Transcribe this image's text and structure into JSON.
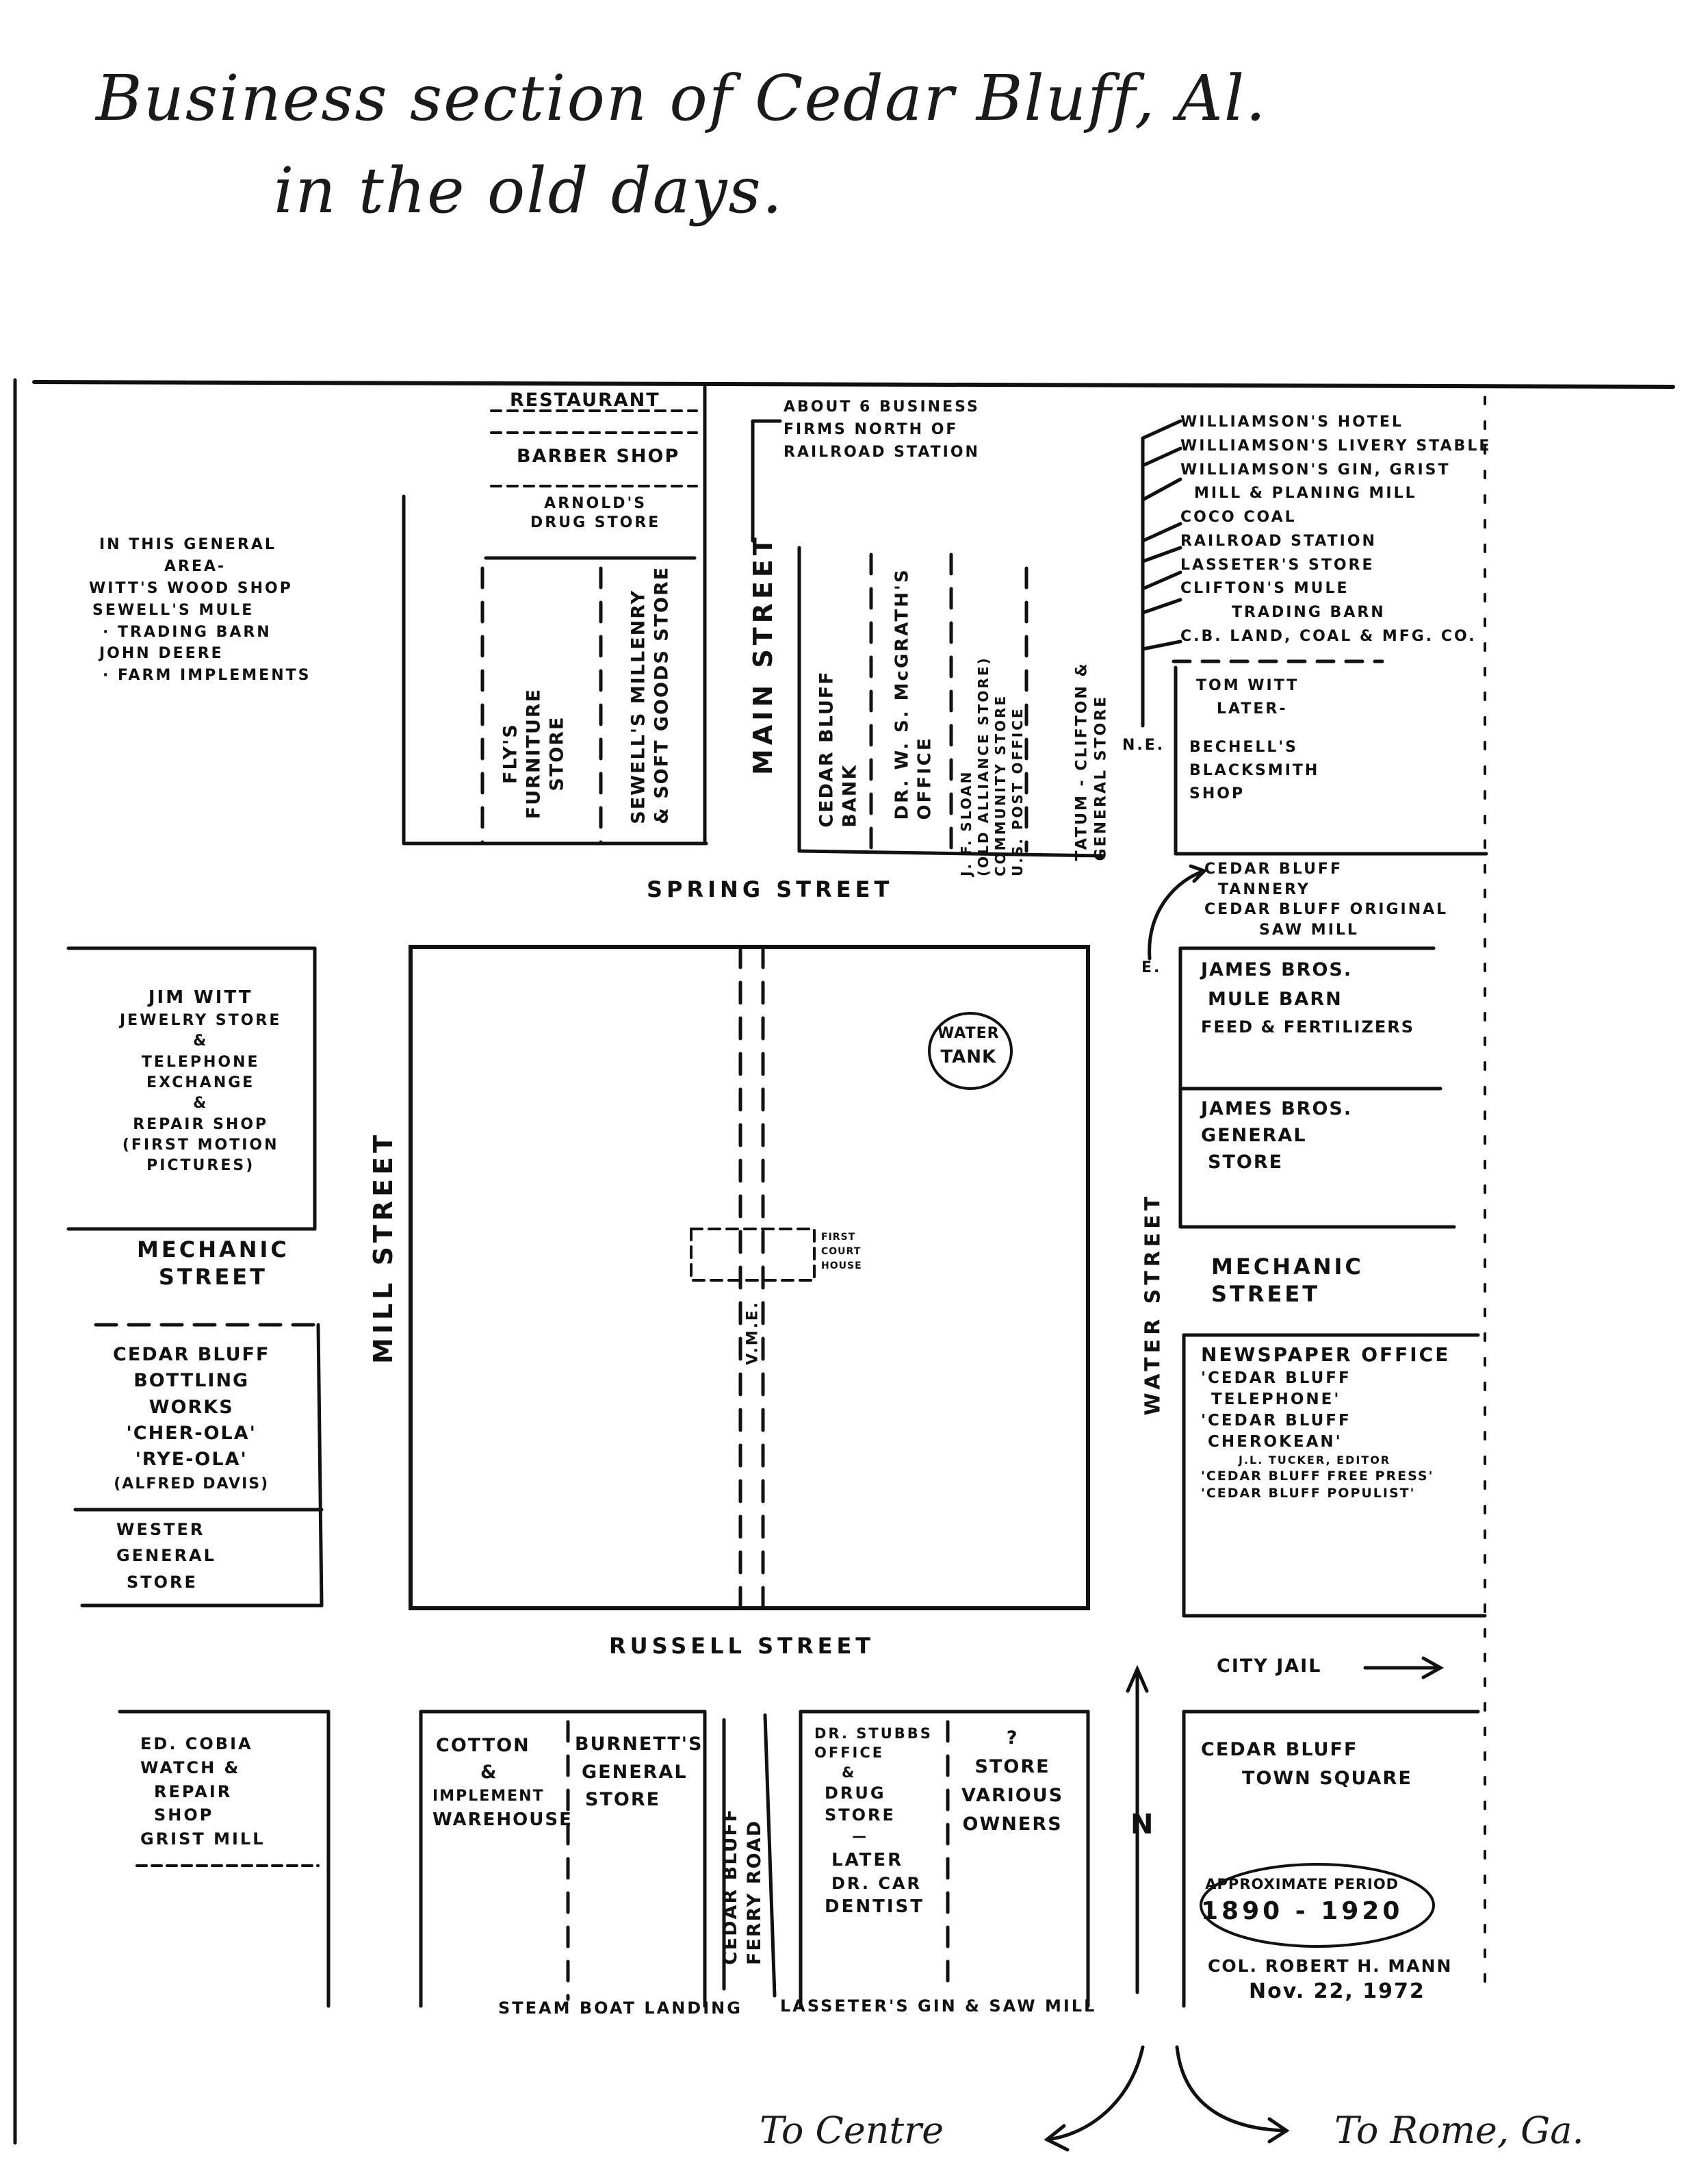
{
  "title": {
    "line1": "Business section of Cedar Bluff, Al.",
    "line2": "in the old days."
  },
  "streets": {
    "spring": "SPRING STREET",
    "russell": "RUSSELL STREET",
    "main": "MAIN STREET",
    "mill": "MILL STREET",
    "water": "WATER STREET",
    "mechanic_west": [
      "MECHANIC",
      "STREET"
    ],
    "mechanic_east": [
      "MECHANIC",
      "STREET"
    ]
  },
  "north_block": {
    "restaurant": "RESTAURANT",
    "barber": "BARBER SHOP",
    "drug": [
      "ARNOLD'S",
      "DRUG STORE"
    ],
    "furniture": [
      "FLY'S",
      "FURNITURE",
      "STORE"
    ],
    "millinery": [
      "SEWELL'S MILLENRY",
      "& SOFT GOODS STORE"
    ]
  },
  "northwest_area": [
    "IN THIS GENERAL",
    "AREA-",
    "WITT'S WOOD SHOP",
    "SEWELL'S MULE",
    "· TRADING BARN",
    "JOHN DEERE",
    "· FARM IMPLEMENTS"
  ],
  "main_street_north": [
    "ABOUT 6 BUSINESS",
    "FIRMS NORTH OF",
    "RAILROAD STATION"
  ],
  "main_block": {
    "bank": [
      "CEDAR BLUFF",
      "BANK"
    ],
    "mcgrath": [
      "DR. W. S. McGRATH'S",
      "OFFICE"
    ],
    "sloan": [
      "J. F. SLOAN",
      "(OLD ALLIANCE STORE)",
      "COMMUNITY STORE",
      "U.S. POST OFFICE"
    ],
    "tatum": [
      "TATUM - CLIFTON &",
      "GENERAL STORE"
    ]
  },
  "northeast_list": [
    "WILLIAMSON'S HOTEL",
    "WILLIAMSON'S LIVERY STABLE",
    "WILLIAMSON'S GIN, GRIST",
    "MILL & PLANING MILL",
    "COCO COAL",
    "RAILROAD STATION",
    "LASSETER'S STORE",
    "CLIFTON'S MULE",
    "TRADING BARN",
    "C.B. LAND, COAL & MFG. CO."
  ],
  "ne_label": "N.E.",
  "tom_witt": [
    "TOM WITT",
    "LATER-",
    "BECHELL'S",
    "BLACKSMITH",
    "SHOP"
  ],
  "tannery": [
    "CEDAR BLUFF",
    "TANNERY",
    "CEDAR BLUFF ORIGINAL",
    "SAW MILL"
  ],
  "e_label": "E.",
  "james_barn": [
    "JAMES BROS.",
    "MULE BARN",
    "FEED & FERTILIZERS"
  ],
  "james_store": [
    "JAMES BROS.",
    "GENERAL",
    "STORE"
  ],
  "water_tank": [
    "WATER",
    "TANK"
  ],
  "court_house": [
    "FIRST",
    "COURT",
    "HOUSE"
  ],
  "tracks_label": "V.M.E.",
  "jim_witt": [
    "JIM WITT",
    "JEWELRY STORE",
    "&",
    "TELEPHONE",
    "EXCHANGE",
    "&",
    "REPAIR SHOP",
    "(FIRST MOTION",
    "PICTURES)"
  ],
  "bottling": [
    "CEDAR BLUFF",
    "BOTTLING",
    "WORKS",
    "'CHER-OLA'",
    "'RYE-OLA'",
    "(ALFRED DAVIS)"
  ],
  "wester": [
    "WESTER",
    "GENERAL",
    "STORE"
  ],
  "newspaper": [
    "NEWSPAPER OFFICE",
    "'CEDAR BLUFF",
    "TELEPHONE'",
    "'CEDAR BLUFF",
    "CHEROKEAN'",
    "J.L. TUCKER, EDITOR",
    "'CEDAR BLUFF FREE PRESS'",
    "'CEDAR BLUFF POPULIST'"
  ],
  "city_jail": "CITY JAIL",
  "cobia": [
    "ED. COBIA",
    "WATCH &",
    "REPAIR",
    "SHOP",
    "GRIST MILL"
  ],
  "cotton": [
    "COTTON",
    "&",
    "IMPLEMENT",
    "WAREHOUSE"
  ],
  "burnett": [
    "BURNETT'S",
    "GENERAL",
    "STORE"
  ],
  "ferry": [
    "CEDAR BLUFF",
    "FERRY ROAD"
  ],
  "stubbs": [
    "DR. STUBBS",
    "OFFICE",
    "&",
    "DRUG",
    "STORE",
    "—",
    "LATER",
    "DR. CAR",
    "DENTIST"
  ],
  "various": [
    "?",
    "STORE",
    "VARIOUS",
    "OWNERS"
  ],
  "north_arrow": "N",
  "town_square": [
    "CEDAR BLUFF",
    "TOWN SQUARE"
  ],
  "period": [
    "APPROXIMATE PERIOD",
    "1890 - 1920"
  ],
  "author": [
    "COL. ROBERT H. MANN",
    "Nov. 22, 1972"
  ],
  "landing": "STEAM BOAT LANDING",
  "lasseter_gin": "LASSETER'S GIN & SAW MILL",
  "to_centre": "To Centre",
  "to_rome": "To Rome, Ga."
}
